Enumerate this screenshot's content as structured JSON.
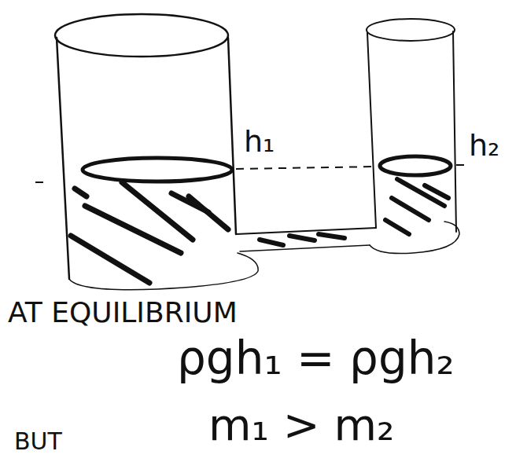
{
  "diagram": {
    "labels": [
      "h₁",
      "h₂",
      "AT EQUILIBRIUM",
      "ρgh₁ = ρgh₂",
      "BUT",
      "m₁ > m₂"
    ]
  }
}
